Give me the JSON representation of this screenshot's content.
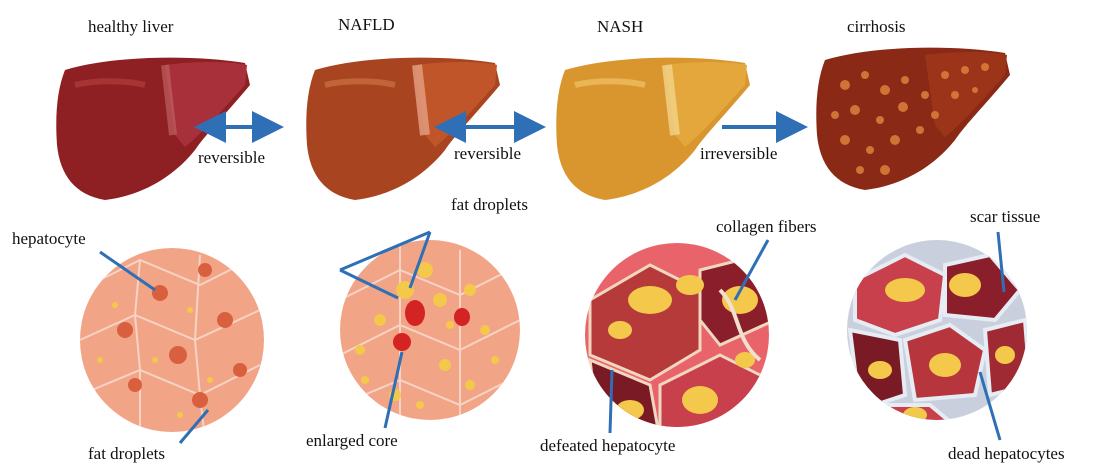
{
  "stages": [
    {
      "name": "healthy liver",
      "color": "#8e1f22",
      "color_light": "#b23a3a"
    },
    {
      "name": "NAFLD",
      "color": "#a8441f",
      "color_light": "#d98a6a"
    },
    {
      "name": "NASH",
      "color": "#d9962e",
      "color_light": "#f0c266"
    },
    {
      "name": "cirrhosis",
      "color": "#8a2a16",
      "color_light": "#c85a2c"
    }
  ],
  "transitions": [
    {
      "label": "reversible",
      "direction": "bidirectional"
    },
    {
      "label": "reversible",
      "direction": "bidirectional"
    },
    {
      "label": "irreversible",
      "direction": "forward"
    }
  ],
  "cell_annotations": {
    "healthy": {
      "top": "hepatocyte",
      "bottom": "fat droplets"
    },
    "nafld": {
      "top": "fat droplets",
      "bottom": "enlarged core"
    },
    "nash": {
      "top": "collagen fibers",
      "bottom": "defeated hepatocyte"
    },
    "cirrhosis": {
      "top": "scar tissue",
      "bottom": "dead hepatocytes"
    }
  },
  "colors": {
    "arrow": "#2f6fb6",
    "cell_tissue": "#f2a487",
    "fat": "#f3c84b",
    "nucleus": "#d24a3a"
  }
}
